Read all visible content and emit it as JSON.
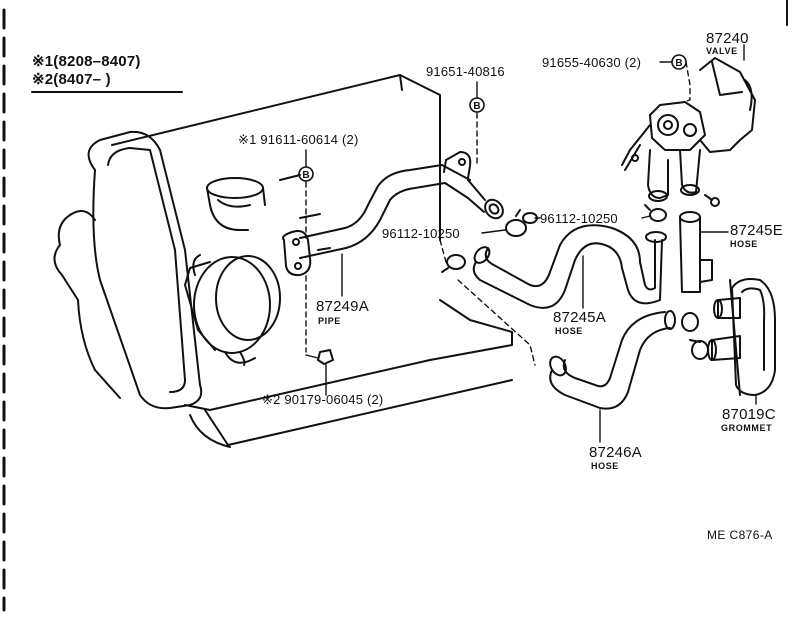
{
  "legend": {
    "line1": "※1(8208–8407)",
    "line2": "※2(8407–       )"
  },
  "parts": {
    "valve_number": "87240",
    "valve_name": "VALVE",
    "bolt_91651": "91651-40816",
    "bolt_91655": "91655-40630 (2)",
    "bolt_91611": "※1 91611-60614 (2)",
    "clamp_left": "96112-10250",
    "clamp_right": "96112-10250",
    "hose_87245E": "87245E",
    "hose_87245E_name": "HOSE",
    "pipe_number": "87249A",
    "pipe_name": "PIPE",
    "hose_87245A": "87245A",
    "hose_87245A_name": "HOSE",
    "nut_90179": "※2 90179-06045 (2)",
    "grommet_number": "87019C",
    "grommet_name": "GROMMET",
    "hose_87246A": "87246A",
    "hose_87246A_name": "HOSE"
  },
  "callout_marker": "B",
  "reference_code": "ME  C876-A"
}
